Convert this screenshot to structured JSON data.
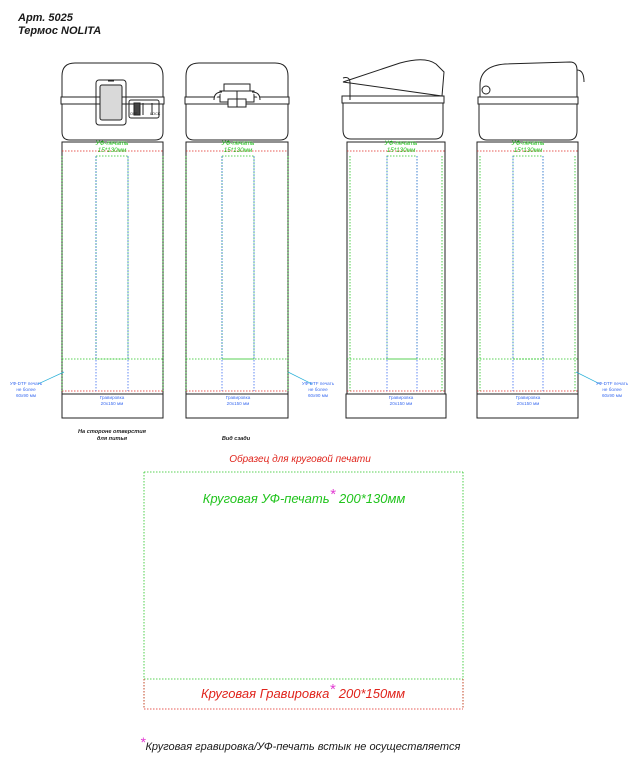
{
  "header": {
    "article": "Арт. 5025",
    "product": "Термос NOLITA"
  },
  "views": {
    "uv_print_label": "УФ-печать",
    "uv_print_size": "15*130мм",
    "engraving_label": "Гравировка",
    "engraving_size": "20х150 мм",
    "uv_dtf_line1": "УФ-DTF печать",
    "uv_dtf_line2": "не более",
    "uv_dtf_line3": "60х90 мм",
    "lock_off": "OFF",
    "lock_on": "LOCK",
    "caption_front_line1": "На стороне отверстия",
    "caption_front_line2": "для питья",
    "caption_back": "Вид сзади"
  },
  "sample": {
    "title": "Образец для круговой печати",
    "uv_text": "Круговая УФ-печать",
    "uv_size": " 200*130мм",
    "engraving_text": "Круговая Гравировка",
    "engraving_size": " 200*150мм",
    "asterisk": "*"
  },
  "footnote": {
    "asterisk": "*",
    "text": "Круговая гравировка/УФ-печать встык не осуществляется"
  },
  "colors": {
    "green": "#22c41e",
    "red": "#e0241c",
    "blue": "#3b6cf0",
    "cyan": "#2ab0d8",
    "magenta": "#e23bd2"
  }
}
